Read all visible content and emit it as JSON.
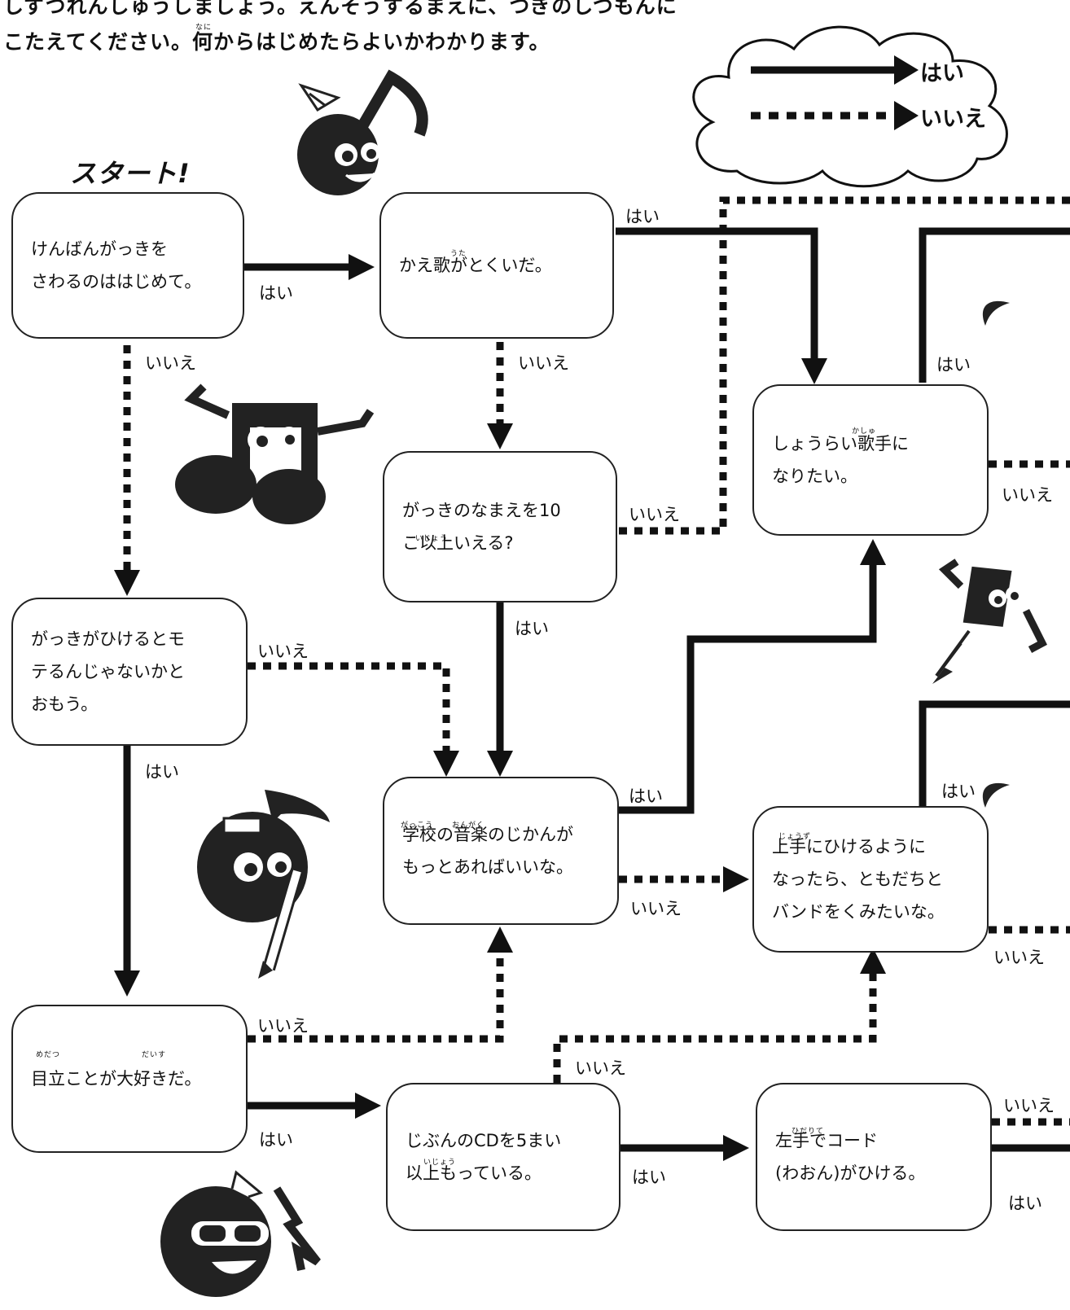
{
  "intro": {
    "line1": "しずつれんしゅうしましょう。えんそうするまえに、つぎのしつもんに",
    "line2": "こたえてください。何からはじめたらよいかわかります。",
    "ruby_nani": "なに"
  },
  "legend": {
    "yes": "はい",
    "no": "いいえ"
  },
  "start_label": "スタート!",
  "boxes": {
    "b1": {
      "l1": "けんばんがっきを",
      "l2": "さわるのははじめて。"
    },
    "b2": {
      "l1": "かえ歌がとくいだ。",
      "ruby": "うた"
    },
    "b3": {
      "l1": "がっきのなまえを10",
      "l2": "こ以上いえる?",
      "ruby": "いじょう"
    },
    "b4": {
      "l1": "がっきがひけるとモ",
      "l2": "テるんじゃないかと",
      "l3": "おもう。"
    },
    "b5": {
      "l1": "学校の音楽のじかんが",
      "l2": "もっとあればいいな。",
      "ruby1": "がっこう",
      "ruby2": "おんがく"
    },
    "b6": {
      "l1": "目立ことが大好きだ。",
      "ruby1": "めだつ",
      "ruby2": "だいす"
    },
    "b7": {
      "l1": "じぶんのCDを5まい",
      "l2": "以上もっている。",
      "ruby": "いじょう"
    },
    "b8": {
      "l1": "しょうらい歌手に",
      "l2": "なりたい。",
      "ruby": "かしゅ"
    },
    "b9": {
      "l1": "上手にひけるように",
      "l2": "なったら、ともだちと",
      "l3": "バンドをくみたいな。",
      "ruby": "じょうず"
    },
    "b10": {
      "l1": "左手でコード",
      "l2": "(わおん)がひける。",
      "ruby": "ひだりて"
    }
  },
  "labels": {
    "l_b1_yes": "はい",
    "l_b1_no": "いいえ",
    "l_b2_yes": "はい",
    "l_b2_no": "いいえ",
    "l_b3_no": "いいえ",
    "l_b3_yes": "はい",
    "l_b4_no": "いいえ",
    "l_b4_yes": "はい",
    "l_b5_yes": "はい",
    "l_b5_no": "いいえ",
    "l_b6_no": "いいえ",
    "l_b6_yes": "はい",
    "l_b7_no": "いいえ",
    "l_b7_yes": "はい",
    "l_b8_yes": "はい",
    "l_b8_no": "いいえ",
    "l_b9_yes": "はい",
    "l_b9_no": "いいえ",
    "l_b10_no": "いいえ",
    "l_b10_yes": "はい"
  },
  "colors": {
    "ink": "#111111",
    "box_border": "#222222",
    "paper": "#ffffff"
  },
  "icons": [
    "music-note-mascot-icon",
    "music-note-mascot-icon",
    "pencil-mascot-icon",
    "music-note-mascot-icon",
    "music-note-mascot-icon"
  ]
}
